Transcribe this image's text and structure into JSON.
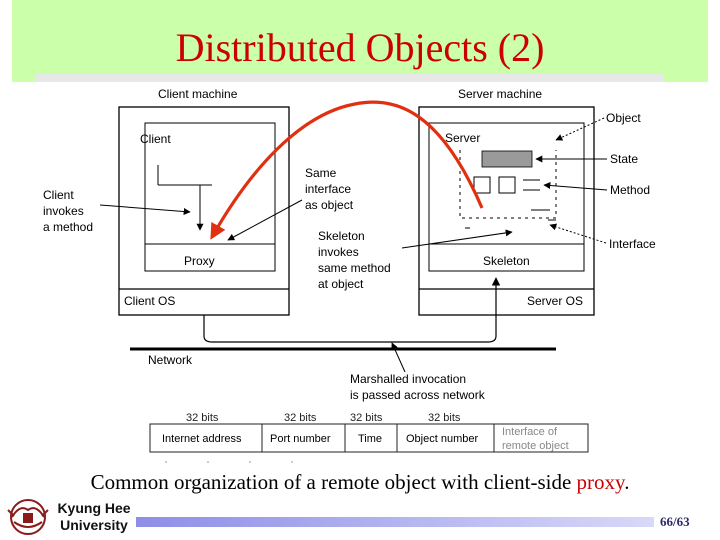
{
  "slide": {
    "title": "Distributed Objects (2)",
    "caption_main": "Common organization of a remote object with client-side ",
    "caption_highlight": "proxy",
    "caption_end": ".",
    "university_line1": "Kyung Hee",
    "university_line2": "University",
    "page_number": "66/63"
  },
  "diagram": {
    "client_machine": "Client machine",
    "server_machine": "Server machine",
    "client": "Client",
    "server": "Server",
    "client_invokes_1": "Client",
    "client_invokes_2": "invokes",
    "client_invokes_3": "a method",
    "same_interface_1": "Same",
    "same_interface_2": "interface",
    "same_interface_3": "as object",
    "skeleton_invokes_1": "Skeleton",
    "skeleton_invokes_2": "invokes",
    "skeleton_invokes_3": "same method",
    "skeleton_invokes_4": "at object",
    "proxy": "Proxy",
    "skeleton": "Skeleton",
    "object": "Object",
    "state": "State",
    "method": "Method",
    "interface": "Interface",
    "client_os": "Client OS",
    "server_os": "Server OS",
    "network": "Network",
    "marshalled_1": "Marshalled invocation",
    "marshalled_2": "is passed across network",
    "message_format": {
      "bits": [
        "32 bits",
        "32 bits",
        "32 bits",
        "32 bits"
      ],
      "fields": [
        "Internet address",
        "Port number",
        "Time",
        "Object number"
      ],
      "last_field_1": "Interface of",
      "last_field_2": "remote object"
    }
  },
  "colors": {
    "title": "#cc0000",
    "title_background": "#ccffaa",
    "arrow": "#e03010",
    "highlight": "#cc0000"
  }
}
